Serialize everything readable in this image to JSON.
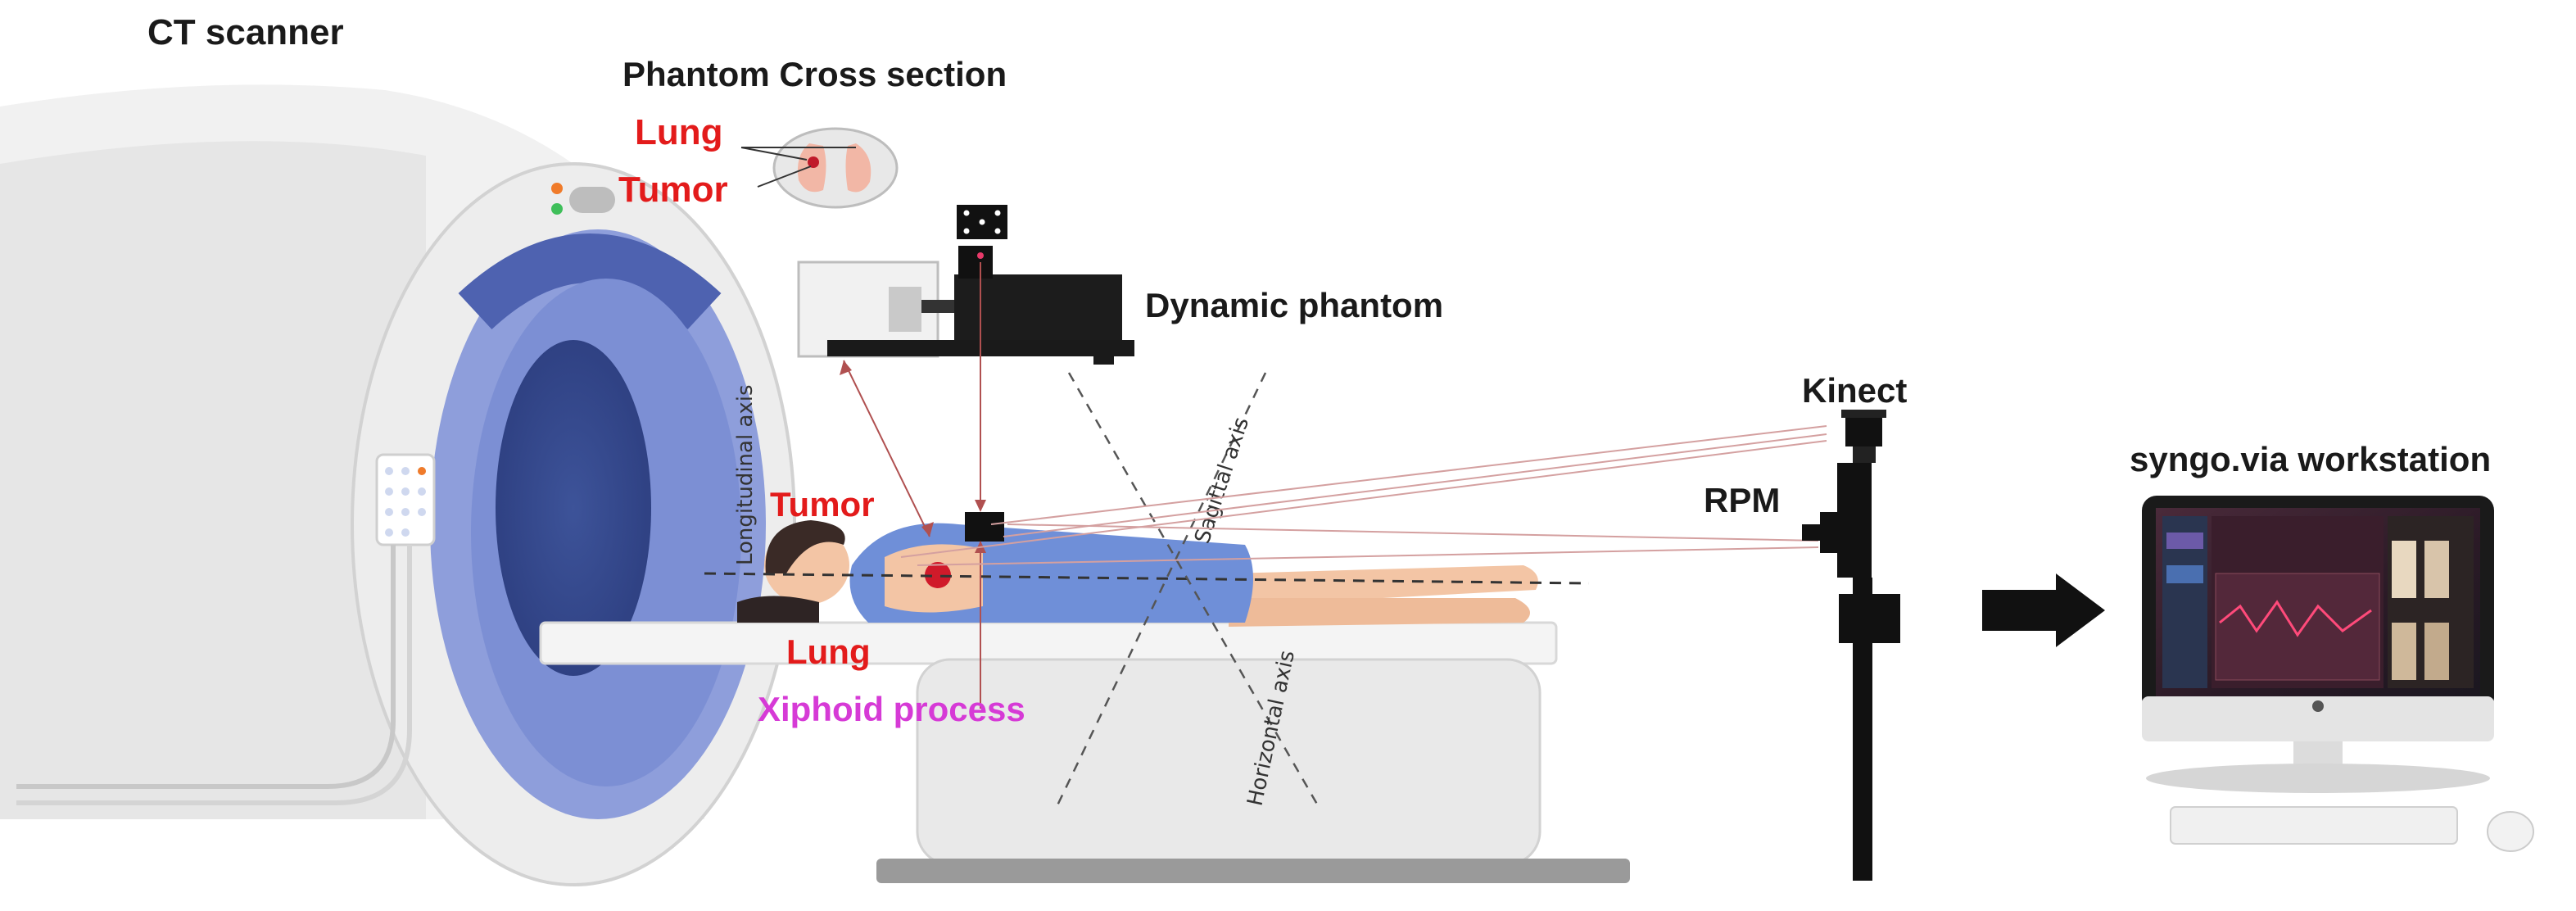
{
  "labels": {
    "ct_scanner": "CT scanner",
    "phantom_cross_section": "Phantom Cross section",
    "cross_lung": "Lung",
    "cross_tumor": "Tumor",
    "dynamic_phantom": "Dynamic phantom",
    "kinect": "Kinect",
    "rpm": "RPM",
    "workstation_prefix": "syngo",
    "workstation_suffix": ".via workstation",
    "tumor": "Tumor",
    "lung": "Lung",
    "xiphoid": "Xiphoid process",
    "longitudinal_axis": "Longitudinal axis",
    "sagittal_axis": "Sagittal axis",
    "horizontal_axis": "Horizontal axis"
  },
  "colors": {
    "label_black": "#1a1a1a",
    "label_red": "#e31b1b",
    "label_magenta": "#d63ad6",
    "gantry_blue": "#7b8fd6",
    "gantry_dark": "#3b4f9a",
    "gown_blue": "#6f8fd8",
    "beam_line": "#c98a8a"
  }
}
